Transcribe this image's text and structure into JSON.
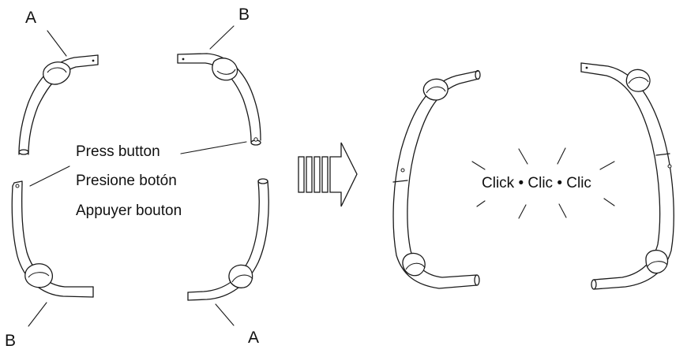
{
  "labels": {
    "part_a_top": "A",
    "part_b_top": "B",
    "part_b_bottom": "B",
    "part_a_bottom": "A"
  },
  "instructions": {
    "en": "Press button",
    "es": "Presione botón",
    "fr": "Appuyer bouton"
  },
  "click_text": "Click • Clic • Clic"
}
